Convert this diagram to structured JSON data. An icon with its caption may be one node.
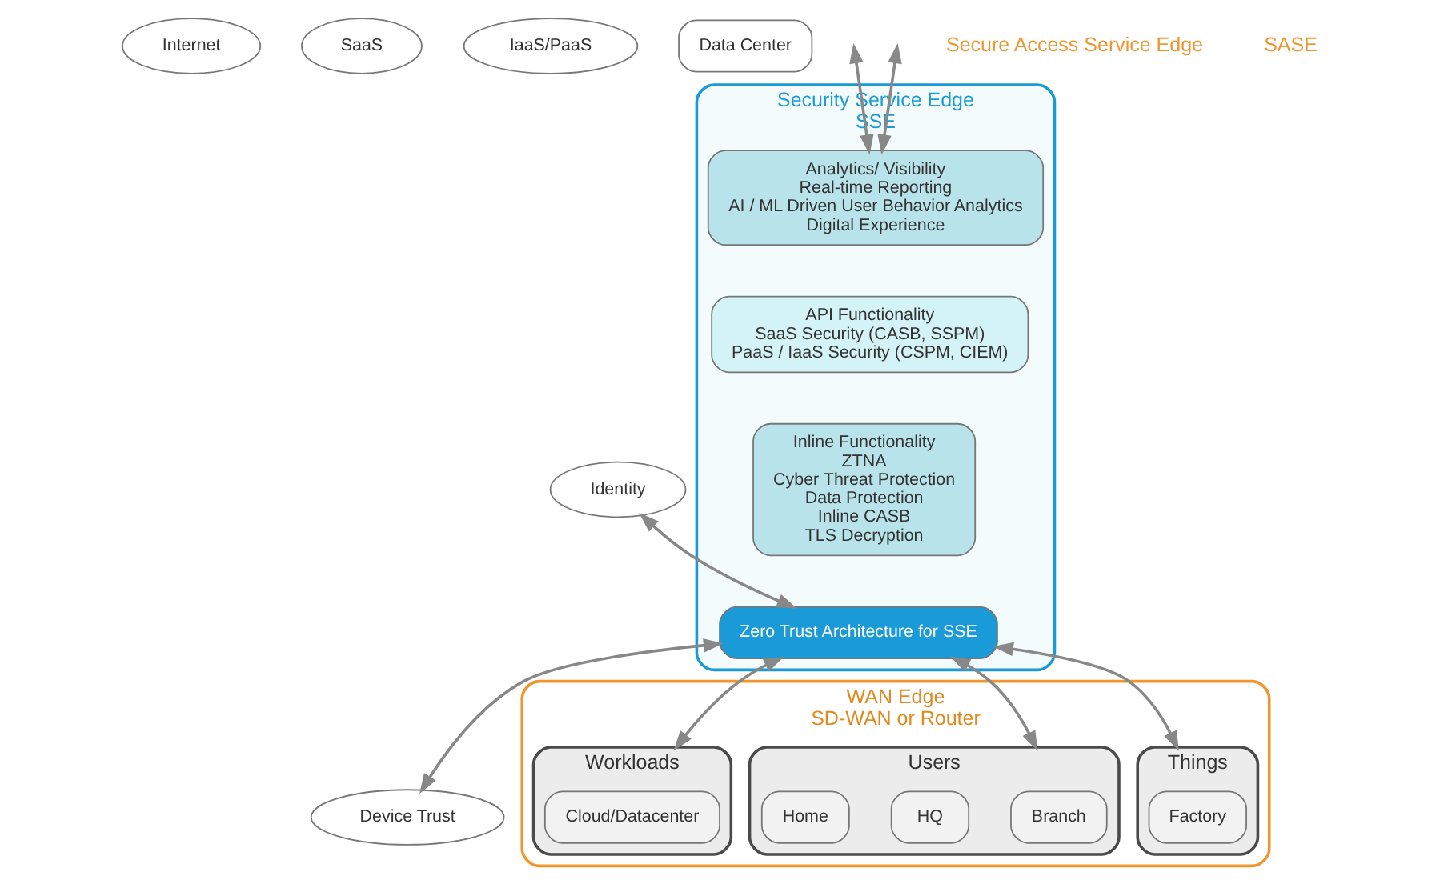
{
  "diagram": {
    "nodes": [
      {
        "text": [
          "Internet"
        ]
      },
      {
        "text": [
          "SaaS"
        ]
      },
      {
        "text": [
          "IaaS/PaaS"
        ]
      },
      {
        "text": [
          "Data Center"
        ]
      },
      {
        "text": [
          "Security Service Edge",
          "SSE"
        ]
      },
      {
        "text": [
          "Analytics/ Visibility",
          "Real-time Reporting",
          "AI / ML Driven User Behavior Analytics",
          "Digital Experience"
        ],
        "in": 4
      },
      {
        "text": [
          "API Functionality",
          "SaaS Security (CASB, SSPM)",
          "PaaS / IaaS Security (CSPM, CIEM)"
        ],
        "in": 4
      },
      {
        "text": [
          "Inline Functionality",
          "ZTNA",
          "Cyber Threat Protection",
          "Data Protection",
          "Inline CASB",
          "TLS Decryption"
        ],
        "in": 4
      },
      {
        "text": [
          "Zero Trust Architecture for SSE"
        ],
        "in": 4
      },
      {
        "text": [
          "Identity"
        ]
      },
      {
        "text": [
          "Device Trust"
        ]
      },
      {
        "text": [
          "WAN Edge",
          "SD-WAN or Router"
        ]
      },
      {
        "text": [
          "Things"
        ],
        "in": 11
      },
      {
        "text": [
          "Factory"
        ],
        "in": 12
      },
      {
        "text": [
          "Users"
        ],
        "in": 11
      },
      {
        "text": [
          "Branch"
        ],
        "in": 14
      },
      {
        "text": [
          "HQ"
        ],
        "in": 14
      },
      {
        "text": [
          "Home"
        ],
        "in": 14
      },
      {
        "text": [
          "Workloads"
        ],
        "in": 11
      },
      {
        "text": [
          "Cloud/Datacenter"
        ],
        "in": 18
      }
    ],
    "edges": [
      {
        "from": null,
        "to": 5,
        "arrow": "both"
      },
      {
        "from": null,
        "to": 5,
        "arrow": "both"
      },
      {
        "from": 9,
        "to": 8,
        "arrow": "both"
      },
      {
        "from": 8,
        "to": 10,
        "arrow": "both"
      },
      {
        "from": 8,
        "to": 12,
        "arrow": "both"
      },
      {
        "from": 8,
        "to": 14,
        "arrow": "both"
      },
      {
        "from": 8,
        "to": 18,
        "arrow": "both"
      }
    ],
    "labels": [
      "Secure Access Service Edge",
      "SASE"
    ]
  }
}
